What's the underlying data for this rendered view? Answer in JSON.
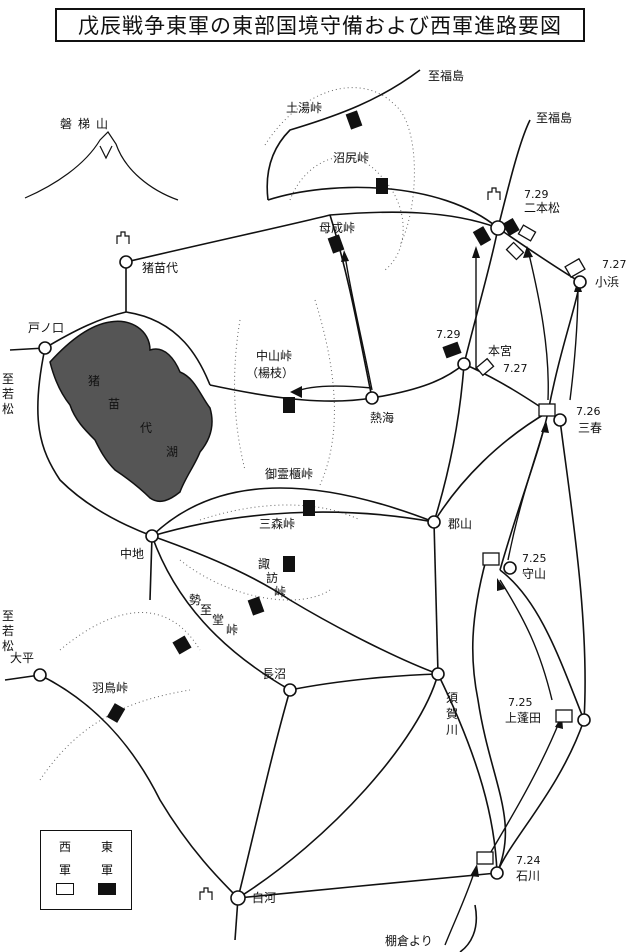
{
  "title": "戊辰戦争東軍の東部国境守備および西軍進路要図",
  "mountain": {
    "name": "磐梯山"
  },
  "lake": {
    "name": [
      "猪",
      "苗",
      "代",
      "湖"
    ]
  },
  "places": {
    "inawashiro": "猪苗代",
    "tonokuchi": "戸ノ口",
    "atami": "熱海",
    "motomiya": "本宮",
    "nihonmatsu": "二本松",
    "obama": "小浜",
    "miharu": "三春",
    "koriyama": "郡山",
    "moriyama": "守山",
    "nakaji": "中地",
    "sukagawa": [
      "須",
      "賀",
      "川"
    ],
    "naganuma": "長沼",
    "kamisumita": "上蓬田",
    "ishikawa": "石川",
    "shirakawa": "白河",
    "ohira": "大平",
    "tanagura": "棚倉より"
  },
  "passes": {
    "tsuchiyu": "土湯峠",
    "numajiri": "沼尻峠",
    "bonari": "母成峠",
    "nakayama": "中山峠",
    "nakayama_sub": "（楊枝）",
    "gotenba": "御霊櫃峠",
    "mitsumori": "三森峠",
    "suwa": [
      "諏",
      "訪",
      "峠"
    ],
    "seishido": [
      "勢",
      "至",
      "堂",
      "峠"
    ],
    "hatori": "羽鳥峠"
  },
  "directions": {
    "to_fukushima_1": "至福島",
    "to_fukushima_2": "至福島",
    "to_wakamatsu_1": [
      "至",
      "若",
      "松"
    ],
    "to_wakamatsu_2": [
      "至",
      "若",
      "松"
    ]
  },
  "dates": {
    "nihonmatsu": "7.29",
    "obama": "7.27",
    "motomiya_east": "7.29",
    "motomiya_west": "7.27",
    "miharu": "7.26",
    "moriyama": "7.25",
    "kamisumita": "7.25",
    "ishikawa": "7.24"
  },
  "legend": {
    "west_label": [
      "西",
      "軍"
    ],
    "east_label": [
      "東",
      "軍"
    ]
  }
}
